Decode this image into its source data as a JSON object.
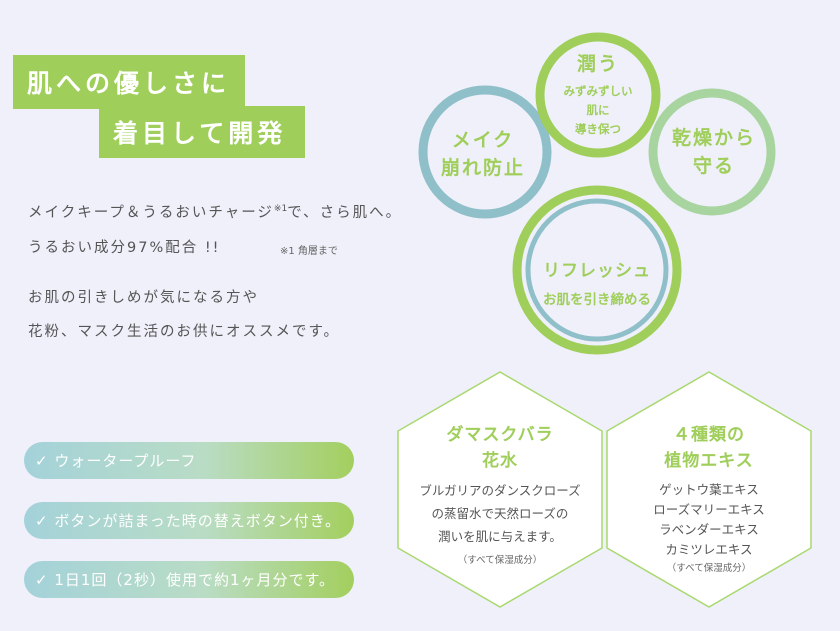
{
  "title": {
    "line1": "肌への優しさに",
    "line2": "着目して開発"
  },
  "intro": {
    "line1": "メイクキープ＆うるおいチャージ",
    "line1_mark": "※1",
    "line1_tail": "で、さら肌へ。",
    "line2": "うるおい成分97%配合 !!",
    "note": "※1 角層まで",
    "line3": "お肌の引きしめが気になる方や",
    "line4": "花粉、マスク生活のお供にオススメです。"
  },
  "features": [
    "✓ ウォータープルーフ",
    "✓ ボタンが詰まった時の替えボタン付き。",
    "✓ 1日1回（2秒）使用で約1ヶ月分です。"
  ],
  "circles": {
    "top": {
      "title": "潤う",
      "sub1": "みずみずしい",
      "sub2": "肌に",
      "sub3": "導き保つ"
    },
    "left": {
      "line1": "メイク",
      "line2": "崩れ防止"
    },
    "right": {
      "line1": "乾燥から",
      "line2": "守る"
    },
    "bottom": {
      "line1": "リフレッシュ",
      "line2": "お肌を引き締める"
    }
  },
  "hex1": {
    "title1": "ダマスクバラ",
    "title2": "花水",
    "body1": "ブルガリアのダンスクローズ",
    "body2": "の蒸留水で天然ローズの",
    "body3": "潤いを肌に与えます。",
    "note": "（すべて保湿成分）"
  },
  "hex2": {
    "title1": "４種類の",
    "title2": "植物エキス",
    "item1": "ゲットウ葉エキス",
    "item2": "ローズマリーエキス",
    "item3": "ラベンダーエキス",
    "item4": "カミツレエキス",
    "note": "（すべて保湿成分）"
  },
  "colors": {
    "green": "#9fce5a",
    "teal": "#8fbfc9",
    "background": "#eff0fa"
  }
}
